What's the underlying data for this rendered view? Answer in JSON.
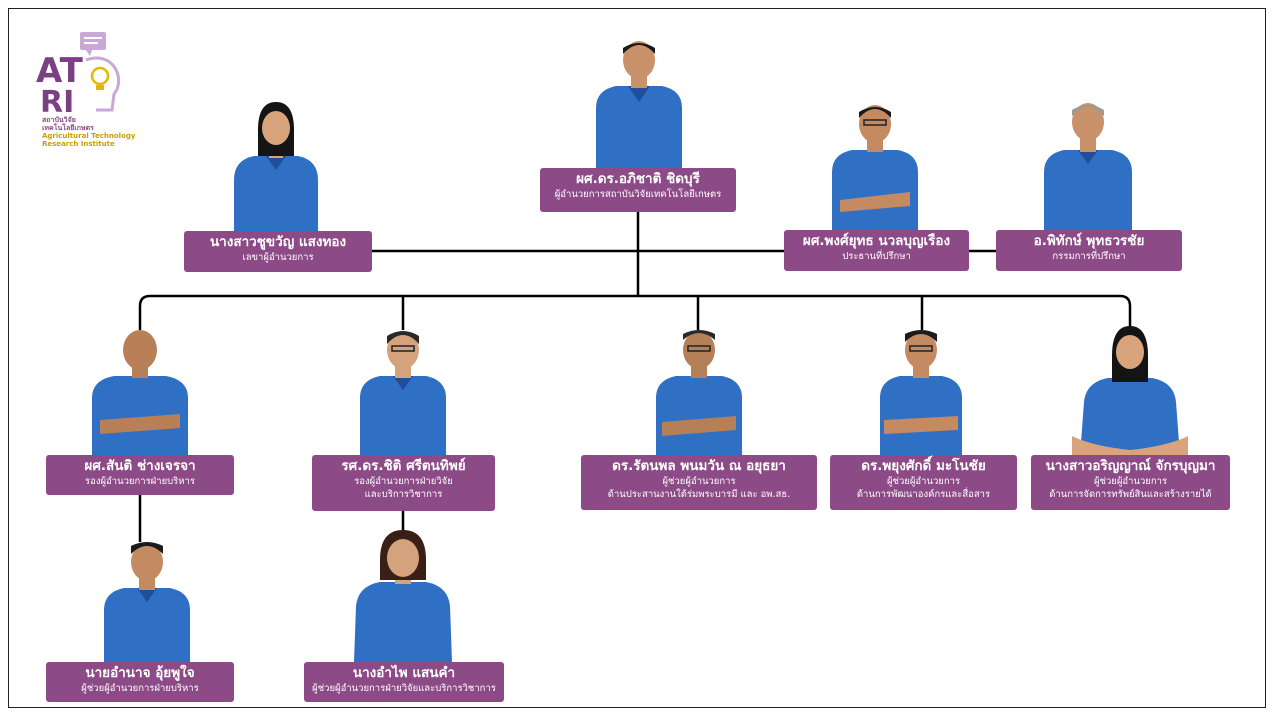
{
  "logo": {
    "mark": "ATRI",
    "thai_line1": "สถาบันวิจัย",
    "thai_line2": "เทคโนโลยีเกษตร",
    "en_line1": "Agricultural Technology",
    "en_line2": "Research Institute"
  },
  "people": {
    "director": {
      "name": "ผศ.ดร.อภิชาติ ชิดบุรี",
      "role": "ผู้อำนวยการสถาบันวิจัยเทคโนโลยีเกษตร"
    },
    "secretary": {
      "name": "นางสาวชูขวัญ แสงทอง",
      "role": "เลขาผู้อำนวยการ"
    },
    "advisor_chair": {
      "name": "ผศ.พงศ์ยุทธ นวลบุญเรือง",
      "role": "ประธานที่ปรึกษา"
    },
    "advisor_member": {
      "name": "อ.พิทักษ์ พุทธวรชัย",
      "role": "กรรมการที่ปรึกษา"
    },
    "deputy_admin": {
      "name": "ผศ.สันติ ช่างเจรจา",
      "role": "รองผู้อำนวยการฝ่ายบริหาร"
    },
    "deputy_research": {
      "name": "รศ.ดร.ชิติ ศรีตนทิพย์",
      "role_line1": "รองผู้อำนวยการฝ่ายวิจัย",
      "role_line2": "และบริการวิชาการ"
    },
    "asst_royal": {
      "name": "ดร.รัตนพล พนมวัน ณ อยุธยา",
      "role_line1": "ผู้ช่วยผู้อำนวยการ",
      "role_line2": "ด้านประสานงานใต้ร่มพระบารมี และ อพ.สธ."
    },
    "asst_org": {
      "name": "ดร.พยุงศักดิ์ มะโนชัย",
      "role_line1": "ผู้ช่วยผู้อำนวยการ",
      "role_line2": "ด้านการพัฒนาองค์กรและสื่อสาร"
    },
    "asst_asset": {
      "name": "นางสาวอริญญาณ์ จักรบุญมา",
      "role_line1": "ผู้ช่วยผู้อำนวยการ",
      "role_line2": "ด้านการจัดการทรัพย์สินและสร้างรายได้"
    },
    "asst_admin": {
      "name": "นายอำนาจ อุ้ยพูใจ",
      "role": "ผู้ช่วยผู้อำนวยการฝ่ายบริหาร"
    },
    "asst_research": {
      "name": "นางอำไพ แสนคำ",
      "role": "ผู้ช่วยผู้อำนวยการฝ่ายวิจัยและบริการวิชาการ"
    }
  },
  "colors": {
    "box": "#8c4a86",
    "shirt": "#2f6fc4",
    "line": "#000000"
  }
}
